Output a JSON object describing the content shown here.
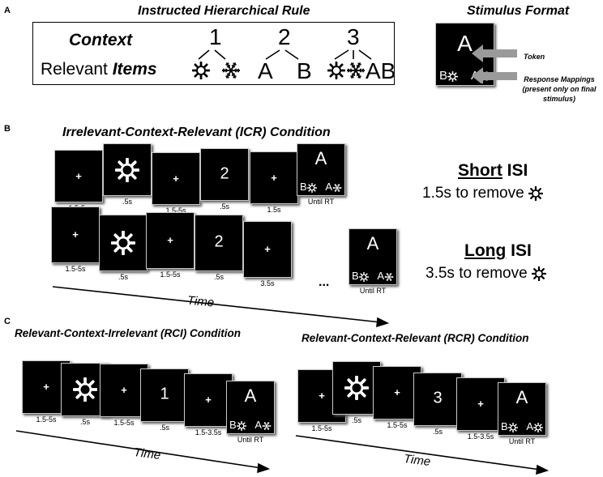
{
  "panels": {
    "a": "A",
    "b": "B",
    "c": "C"
  },
  "rule": {
    "title": "Instructed Hierarchical Rule",
    "context_label": "Context",
    "items_label_prefix": "Relevant ",
    "items_label_bold": "Items",
    "contexts": [
      "1",
      "2",
      "3"
    ],
    "ctx2_items": [
      "A",
      "B"
    ],
    "ctx3_item_text": "AB"
  },
  "stimulus_format": {
    "title": "Stimulus Format",
    "token": "A",
    "mapping_left": "B",
    "mapping_right": "A",
    "token_label": "Token",
    "mappings_label": "Response Mappings (present only on final stimulus)"
  },
  "icr": {
    "title": "Irrelevant-Context-Relevant (ICR) Condition",
    "row1": {
      "durations": [
        "1.5-5s",
        ".5s",
        "1.5-5s",
        ".5s",
        "1.5s",
        "Until RT"
      ],
      "context_digit": "2",
      "token": "A",
      "map_left": "B",
      "map_right": "A"
    },
    "row2": {
      "durations": [
        "1.5-5s",
        ".5s",
        "1.5-5s",
        ".5s",
        "3.5s",
        "Until RT"
      ],
      "context_digit": "2",
      "ellipsis": "...",
      "token": "A",
      "map_left": "B",
      "map_right": "A"
    },
    "short_isi": {
      "underlined": "Short",
      "rest": " ISI",
      "sub": "1.5s to remove"
    },
    "long_isi": {
      "underlined": "Long",
      "rest": " ISI",
      "sub": "3.5s to remove"
    },
    "time_label": "Time"
  },
  "rci": {
    "title": "Relevant-Context-Irrelevant (RCI) Condition",
    "durations": [
      "1.5-5s",
      ".5s",
      "1.5-5s",
      ".5s",
      "1.5-3.5s",
      "Until RT"
    ],
    "context_digit": "1",
    "token": "A",
    "map_left": "B",
    "map_right": "A",
    "time_label": "Time"
  },
  "rcr": {
    "title": "Relevant-Context-Relevant (RCR) Condition",
    "durations": [
      "1.5-5s",
      ".5s",
      "1.5-5s",
      ".5s",
      "1.5-3.5s",
      "Until RT"
    ],
    "context_digit": "3",
    "token": "A",
    "map_left": "B",
    "map_right": "A",
    "time_label": "Time"
  },
  "colors": {
    "frame": "#000000",
    "text": "#ffffff",
    "arrow": "#9a9a9a"
  },
  "icons": {
    "sun": "sun-icon",
    "snowflake": "snowflake-icon"
  }
}
